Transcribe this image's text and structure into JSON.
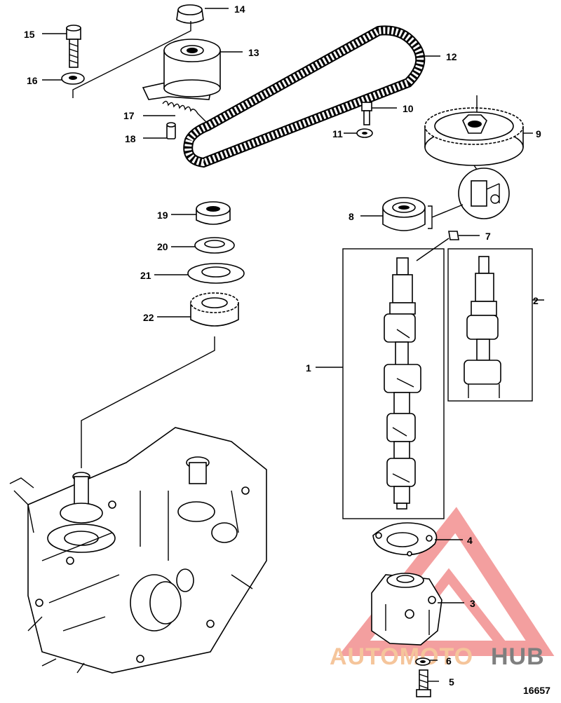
{
  "figure_id": "16657",
  "callouts": {
    "c1": "1",
    "c2": "2",
    "c3": "3",
    "c4": "4",
    "c5": "5",
    "c6": "6",
    "c7": "7",
    "c8": "8",
    "c9": "9",
    "c10": "10",
    "c11": "11",
    "c12": "12",
    "c13": "13",
    "c14": "14",
    "c15": "15",
    "c16": "16",
    "c17": "17",
    "c18": "18",
    "c19": "19",
    "c20": "20",
    "c21": "21",
    "c22": "22"
  },
  "watermark": {
    "word_part1": "AUTOMOTO",
    "word_part2": "HUB",
    "color_primary": "#f08080",
    "color_secondary": "#555555"
  }
}
